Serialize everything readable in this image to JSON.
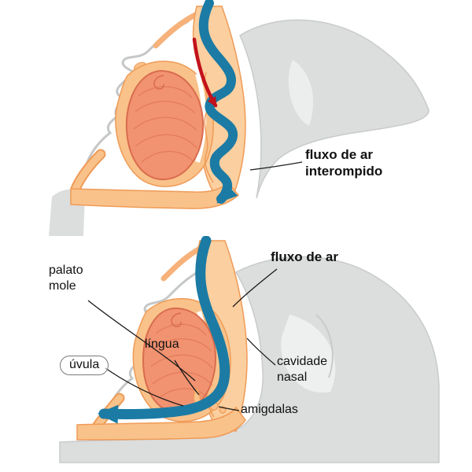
{
  "colors": {
    "airflow_blue": "#1b7ba4",
    "blocked_arrow_red": "#c2121c",
    "tissue_orange_light": "#fbcf9f",
    "tissue_orange": "#f9c28a",
    "tissue_outline_orange": "#ef9b57",
    "tongue_salmon": "#f19270",
    "tongue_line": "#d96c4e",
    "head_silhouette_gray": "#dcdddd",
    "background": "#ffffff",
    "label_text": "#111111"
  },
  "panel_apnea": {
    "airflow_interrupted": {
      "line1": "fluxo de ar",
      "line2": "interompido"
    }
  },
  "panel_normal": {
    "fluxo_de_ar": "fluxo de ar",
    "palato_mole": {
      "line1": "palato",
      "line2": "mole"
    },
    "lingua": "língua",
    "cavidade_nasal": {
      "line1": "cavidade",
      "line2": "nasal"
    },
    "uvula": "úvula",
    "amigdalas": "amigdalas"
  }
}
